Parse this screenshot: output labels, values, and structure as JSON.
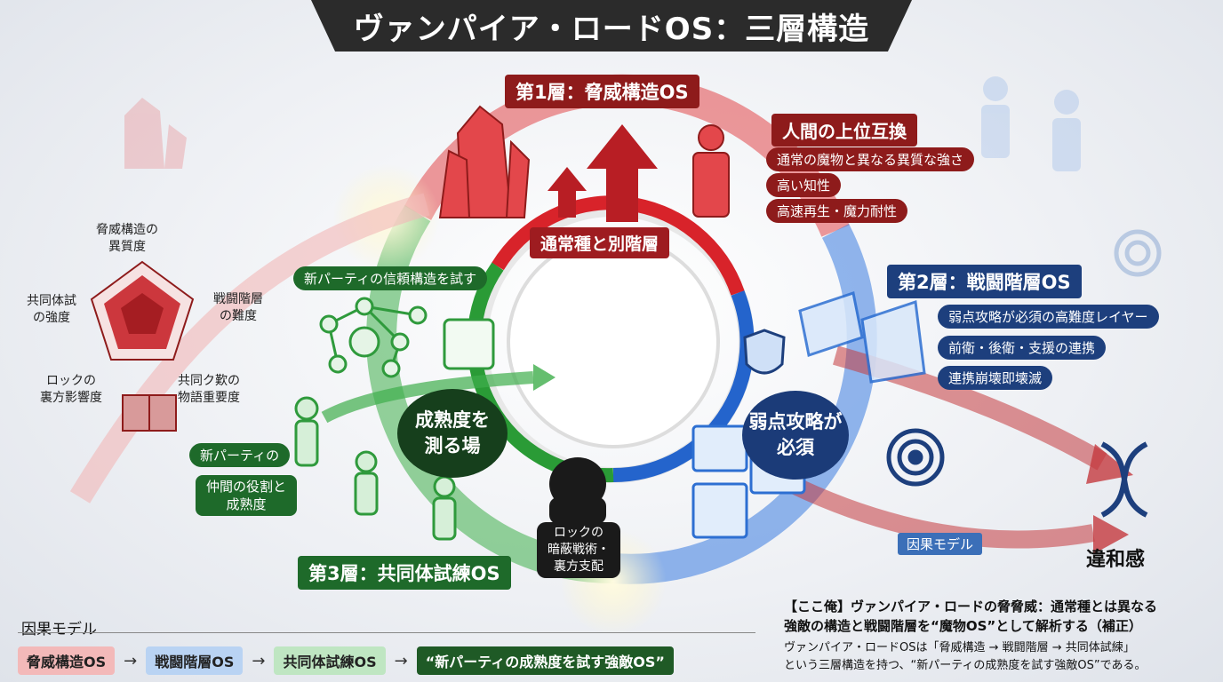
{
  "title": "ヴァンパイア・ロードOS：三層構造",
  "layer1": {
    "header": "第1層：脅威構造OS",
    "center_label": "通常種と別階層",
    "callout_main": "人間の上位互換",
    "callouts": [
      "通常の魔物と異なる異質な強さ",
      "高い知性",
      "高速再生・魔力耐性"
    ]
  },
  "layer2": {
    "header": "第2層：戦闘階層OS",
    "bubble": "弱点攻略が\n必須",
    "callouts": [
      "弱点攻略が必須の高難度レイヤー",
      "前衛・後衛・支援の連携",
      "連携崩壊即壊滅"
    ]
  },
  "layer3": {
    "header": "第3層：共同体試練OS",
    "bubble": "成熟度を\n測る場",
    "trust_label": "新パーティの信頼構造を試す",
    "party_label": "新パーティの",
    "role_label": "仲間の役割と\n成熟度",
    "rock_label": "ロックの\n暗蔽戦術・\n裏方支配"
  },
  "radar": {
    "top": "脅威構造の\n異質度",
    "right": "戦闘階層\nの難度",
    "bottom_right": "共同ク歎の\n物語重要度",
    "bottom_left": "ロックの\n裏方影響度",
    "left": "共同体試\nの強度"
  },
  "right_side": {
    "causal_model": "因果モデル",
    "anomaly": "違和感"
  },
  "flow": {
    "title": "因果モデル",
    "items": [
      "脅威構造OS",
      "戦闘階層OS",
      "共同体試練OS",
      "“新パーティの成熟度を試す強敵OS”"
    ],
    "arrow": "→"
  },
  "summary": {
    "heading": "【ここ俺】ヴァンパイア・ロードの脅脅威：通常種とは異なる\n強敵の構造と戦闘階層を“魔物OS”として解析する（補正）",
    "body": "ヴァンパイア・ロードOSは「脅威構造 → 戦闘階層 → 共同体試練」\nという三層構造を持つ、“新パーティの成熟度を試す強敵OS”である。"
  },
  "colors": {
    "red": "#c8252b",
    "blue": "#2d6fd2",
    "green": "#2f9a3c",
    "dark": "#2b2b2b"
  }
}
